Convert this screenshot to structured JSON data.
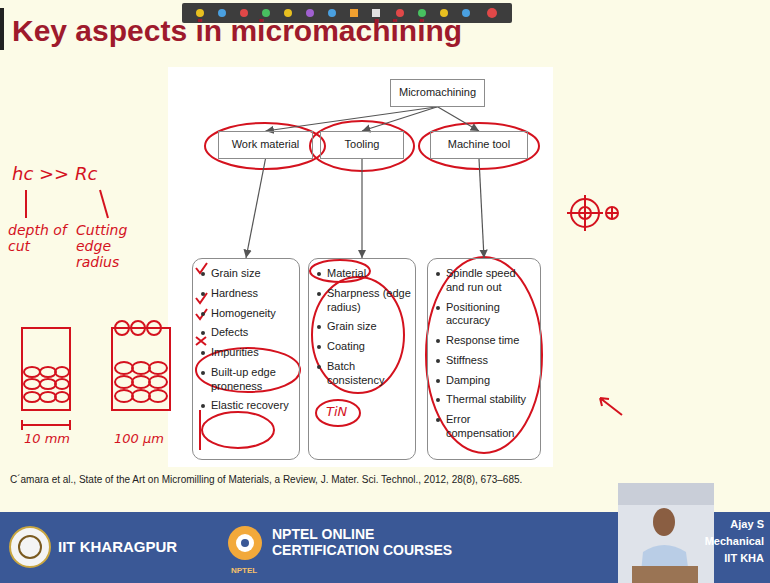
{
  "diagram": {
    "title": "Key aspects in micromachining",
    "caption": "C´amara et al., State of the Art on Micromilling of Materials, a Review, J. Mater. Sci. Technol., 2012, 28(8), 673–685.",
    "nodes": [
      {
        "text": [
          "Micromachining"
        ]
      },
      {
        "text": [
          "Work material"
        ]
      },
      {
        "text": [
          "Tooling"
        ]
      },
      {
        "text": [
          "Machine tool"
        ]
      },
      {
        "text": [
          "Grain size",
          "Hardness",
          "Homogeneity",
          "Defects",
          "Impurities",
          "Built-up edge proneness",
          "Elastic recovery"
        ]
      },
      {
        "text": [
          "Material",
          "Sharpness (edge radius)",
          "Grain size",
          "Coating",
          "Batch consistency"
        ]
      },
      {
        "text": [
          "Spindle speed and run out",
          "Positioning accuracy",
          "Response time",
          "Stiffness",
          "Damping",
          "Thermal stability",
          "Error compensation"
        ]
      }
    ],
    "edges": [
      {
        "from": 0,
        "to": 1,
        "arrow": "to"
      },
      {
        "from": 0,
        "to": 2,
        "arrow": "to"
      },
      {
        "from": 0,
        "to": 3,
        "arrow": "to"
      },
      {
        "from": 1,
        "to": 4,
        "arrow": "to"
      },
      {
        "from": 2,
        "to": 5,
        "arrow": "to"
      },
      {
        "from": 3,
        "to": 6,
        "arrow": "to"
      }
    ],
    "labels": [
      "hc >> Rc",
      "depth of cut",
      "Cutting edge radius",
      "10 mm",
      "100 μm",
      "TiN",
      "IIT KHARAGPUR",
      "NPTEL ONLINE CERTIFICATION COURSES",
      "NPTEL",
      "Ajay S",
      "Mechanical",
      "IIT KHA"
    ]
  }
}
